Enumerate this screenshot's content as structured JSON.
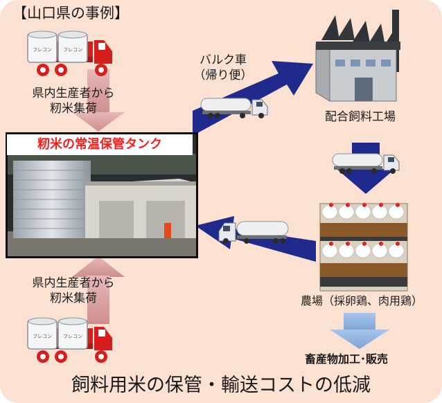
{
  "header": "【山口県の事例】",
  "tank_caption": "籾米の常温保管タンク",
  "rice_collection_top": [
    "県内生産者から",
    "籾米集荷"
  ],
  "rice_collection_bottom": [
    "県内生産者から",
    "籾米集荷"
  ],
  "bulk_truck_label": [
    "バルク車",
    "（帰り便）"
  ],
  "factory_label": "配合飼料工場",
  "farm_label": "農場（採卵鶏、肉用鶏）",
  "products_label": "畜産物加工･販売",
  "footer": "飼料用米の保管・輸送コストの低減",
  "truck_tank_text": "フレコン",
  "colors": {
    "panel_background": "#fbe1d2",
    "navy_arrow": "#1f2a8c",
    "pink_arrow": "#d99a9a",
    "blue_arrow": "#8fb3e0",
    "truck_red": "#d81d1d",
    "caption_red": "#ff1a1a"
  }
}
